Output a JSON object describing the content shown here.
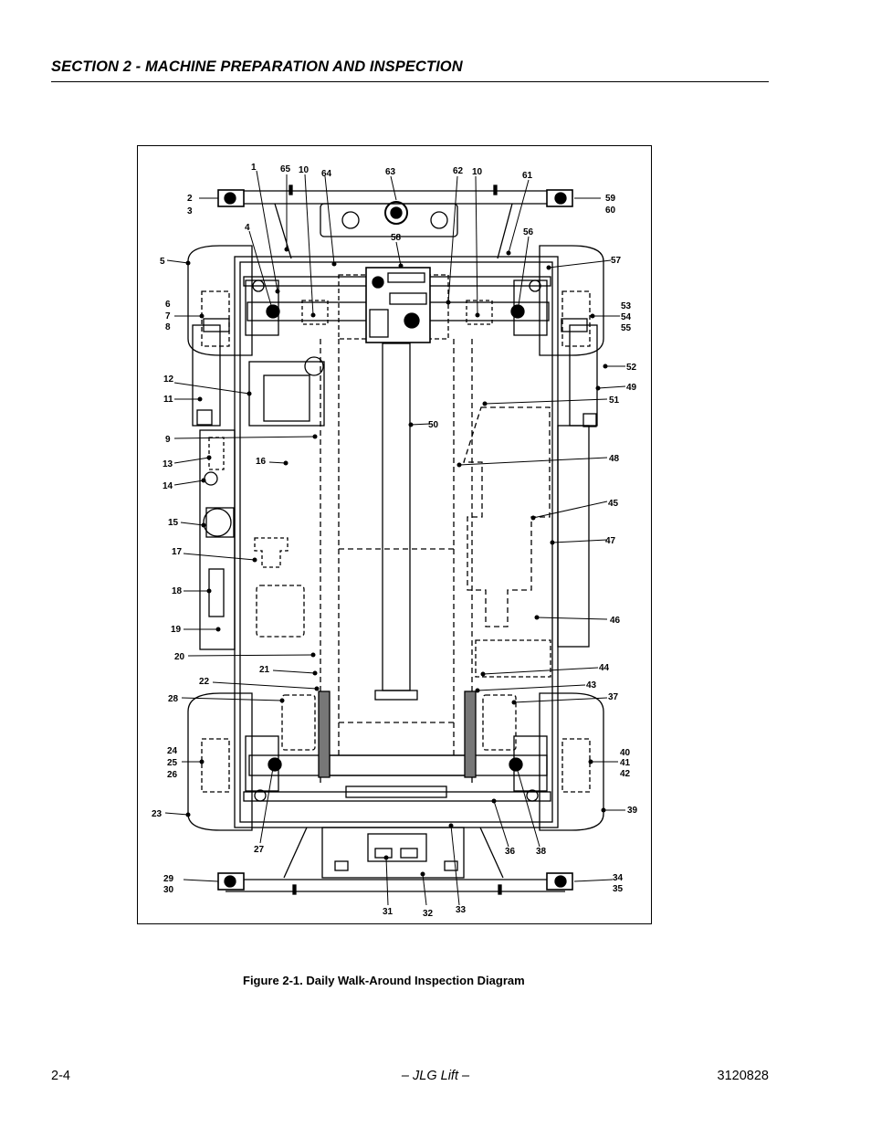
{
  "header": {
    "section_title": "SECTION 2 - MACHINE PREPARATION AND INSPECTION"
  },
  "figure": {
    "caption": "Figure 2-1.  Daily Walk-Around Inspection Diagram",
    "callouts": {
      "c1": "1",
      "c65": "65",
      "c10a": "10",
      "c64": "64",
      "c63": "63",
      "c62": "62",
      "c10b": "10",
      "c61": "61",
      "c2": "2",
      "c3": "3",
      "c59": "59",
      "c60": "60",
      "c4": "4",
      "c58": "58",
      "c56": "56",
      "c5": "5",
      "c57": "57",
      "c6": "6",
      "c7": "7",
      "c8": "8",
      "c53": "53",
      "c54": "54",
      "c55": "55",
      "c52": "52",
      "c12": "12",
      "c49": "49",
      "c11": "11",
      "c51": "51",
      "c9": "9",
      "c50": "50",
      "c13": "13",
      "c16": "16",
      "c48": "48",
      "c14": "14",
      "c45": "45",
      "c15": "15",
      "c47": "47",
      "c17": "17",
      "c18": "18",
      "c46": "46",
      "c19": "19",
      "c20": "20",
      "c44": "44",
      "c21": "21",
      "c22": "22",
      "c43": "43",
      "c28": "28",
      "c37": "37",
      "c24": "24",
      "c25": "25",
      "c26": "26",
      "c40": "40",
      "c41": "41",
      "c42": "42",
      "c23": "23",
      "c39": "39",
      "c27": "27",
      "c36": "36",
      "c38": "38",
      "c29": "29",
      "c30": "30",
      "c34": "34",
      "c35": "35",
      "c31": "31",
      "c32": "32",
      "c33": "33"
    }
  },
  "footer": {
    "page_number": "2-4",
    "center_text": "– JLG Lift –",
    "doc_number": "3120828"
  }
}
